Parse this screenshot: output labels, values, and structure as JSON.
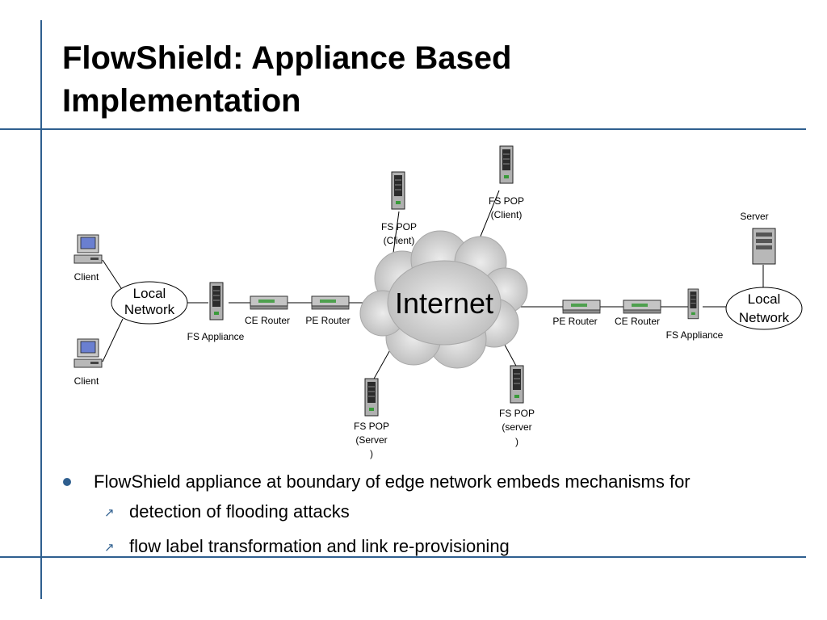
{
  "slide": {
    "title_line1": "FlowShield: Appliance Based",
    "title_line2": "Implementation"
  },
  "diagram": {
    "internet_label": "Internet",
    "left": {
      "client_top": "Client",
      "client_bottom": "Client",
      "local_network_line1": "Local",
      "local_network_line2": "Network",
      "fs_appliance": "FS Appliance",
      "ce_router": "CE Router",
      "pe_router": "PE Router"
    },
    "right": {
      "server": "Server",
      "local_network_line1": "Local",
      "local_network_line2": "Network",
      "fs_appliance": "FS Appliance",
      "ce_router": "CE Router",
      "pe_router": "PE Router"
    },
    "pops": {
      "top_left_line1": "FS POP",
      "top_left_line2": "(Client)",
      "top_right_line1": "FS POP",
      "top_right_line2": "(Client)",
      "bottom_left_line1": "FS POP",
      "bottom_left_line2": "(Server",
      "bottom_left_line3": ")",
      "bottom_right_line1": "FS POP",
      "bottom_right_line2": "(server",
      "bottom_right_line3": ")"
    }
  },
  "bullets": {
    "main": "FlowShield appliance at boundary of edge network embeds mechanisms for",
    "sub": [
      "detection of flooding attacks",
      "flow label transformation and link re-provisioning"
    ]
  },
  "colors": {
    "accent": "#2f5f8f",
    "cloud": "#d4d4d4",
    "device": "#b8b8b8"
  }
}
